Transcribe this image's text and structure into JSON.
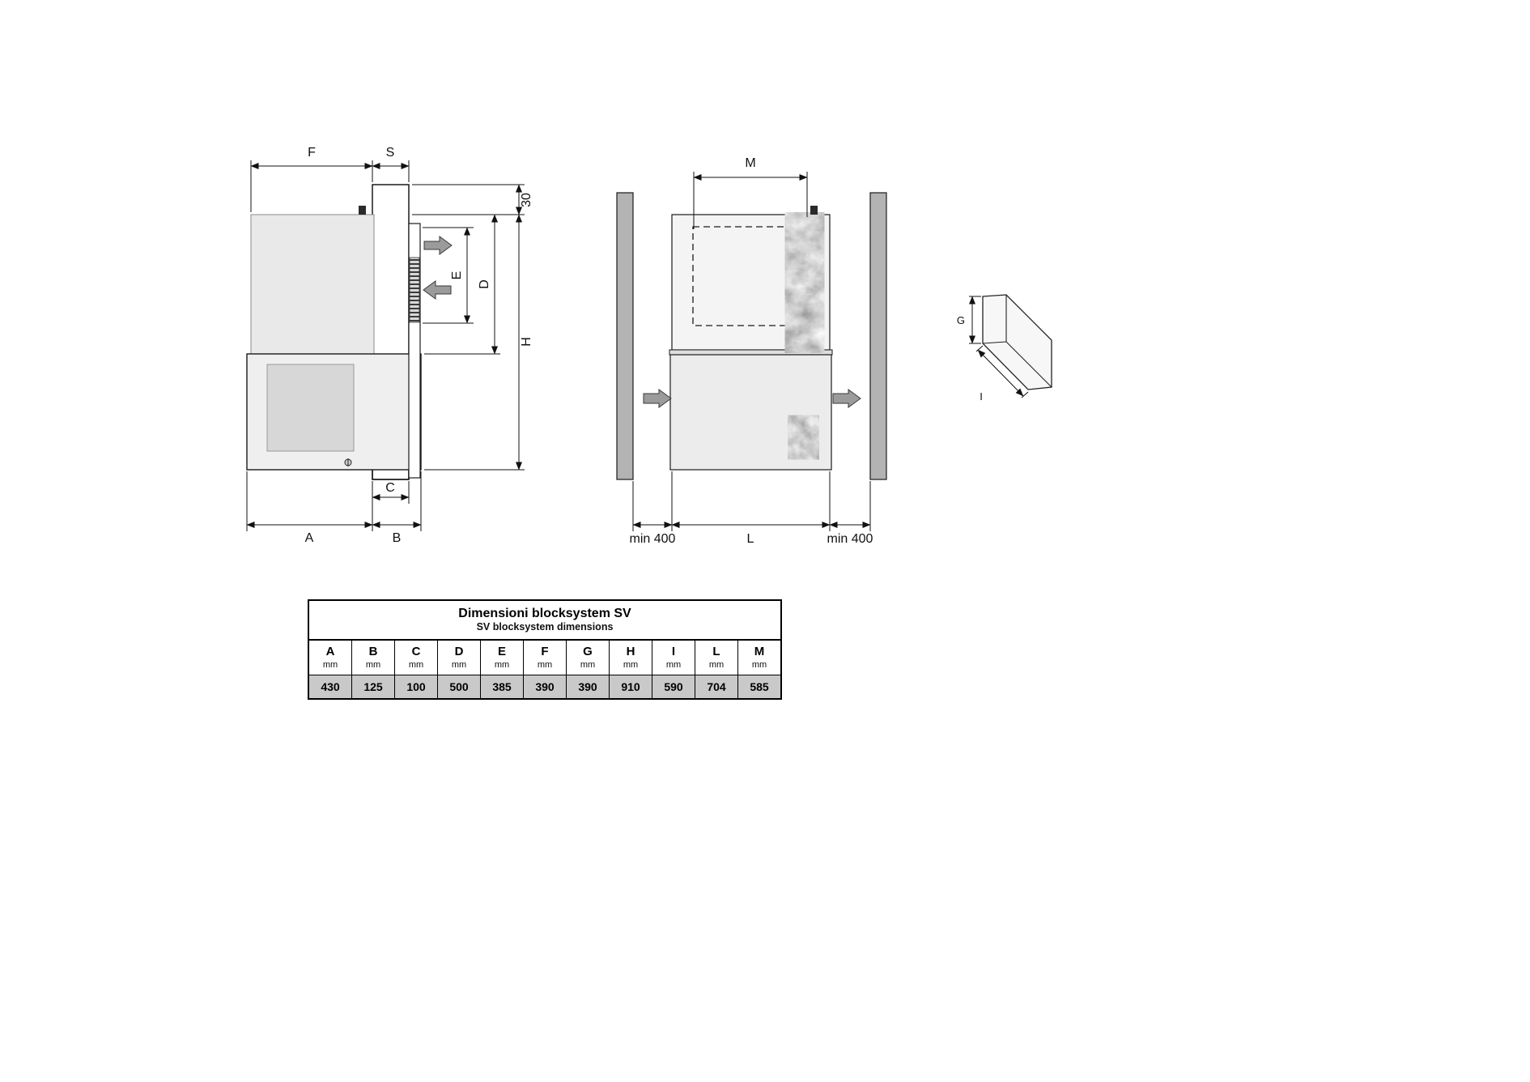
{
  "side_view": {
    "dims": {
      "f": "F",
      "s": "S",
      "offset30": "30",
      "e": "E",
      "d": "D",
      "h": "H",
      "c": "C",
      "a": "A",
      "b": "B"
    }
  },
  "front_view": {
    "dims": {
      "m": "M",
      "l": "L",
      "min_left": "min 400",
      "min_right": "min 400"
    }
  },
  "iso_view": {
    "dims": {
      "g": "G",
      "i": "I"
    }
  },
  "table": {
    "title_primary": "Dimensioni blocksystem SV",
    "title_secondary": "SV blocksystem dimensions",
    "unit_label": "mm",
    "columns": [
      "A",
      "B",
      "C",
      "D",
      "E",
      "F",
      "G",
      "H",
      "I",
      "L",
      "M"
    ],
    "values": [
      "430",
      "125",
      "100",
      "500",
      "385",
      "390",
      "390",
      "910",
      "590",
      "704",
      "585"
    ]
  }
}
